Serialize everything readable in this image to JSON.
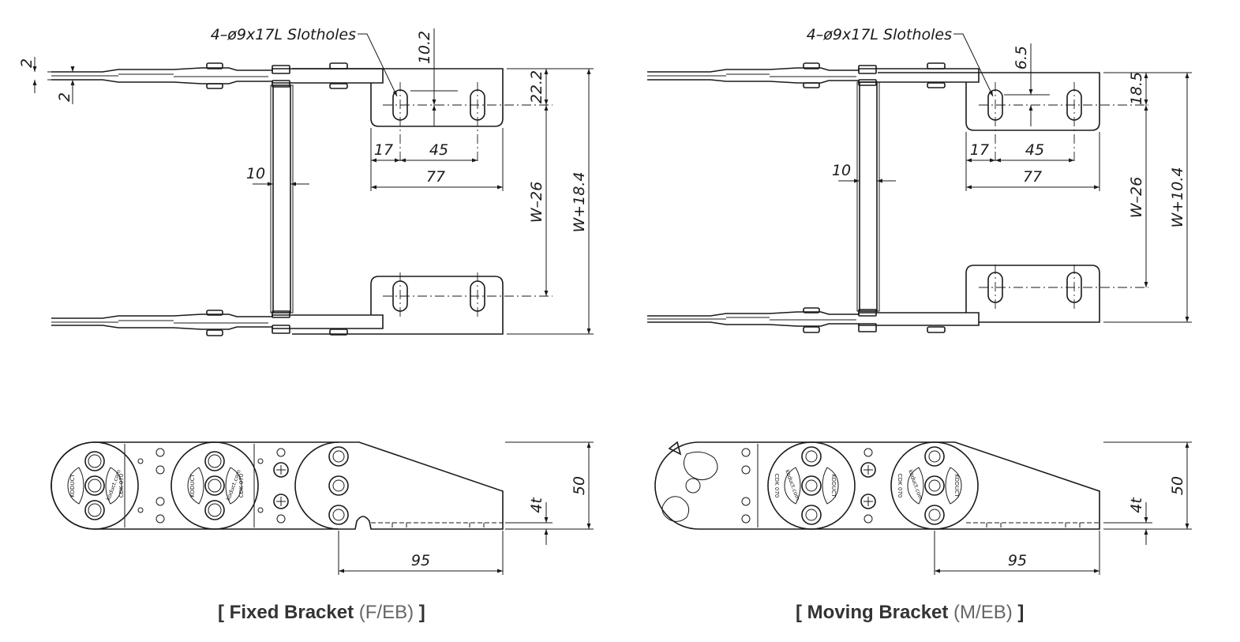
{
  "views": {
    "fixed": {
      "slot_label": "4–ø9x17L Slotholes",
      "dims": {
        "top_thk": "2",
        "bottom_thk": "2",
        "slot_offset": "10.2",
        "bracket_edge": "22.2",
        "edge": "17",
        "pitch": "45",
        "length": "77",
        "bar": "10",
        "span": "W–26",
        "overall": "W+18.4",
        "height": "50",
        "thickness": "4t",
        "base": "95"
      },
      "caption": {
        "open": "[ ",
        "title": "Fixed Bracket",
        "code": " (F/EB)",
        "close": " ]"
      }
    },
    "moving": {
      "slot_label": "4–ø9x17L Slotholes",
      "dims": {
        "slot_offset": "6.5",
        "bracket_edge": "18.5",
        "edge": "17",
        "pitch": "45",
        "length": "77",
        "bar": "10",
        "span": "W–26",
        "overall": "W+10.4",
        "height": "50",
        "thickness": "4t",
        "base": "95"
      },
      "caption": {
        "open": "[ ",
        "title": "Moving Bracket",
        "code": " (M/EB)",
        "close": " ]"
      }
    }
  },
  "link_marking": [
    "KODUCT",
    "koduct.com",
    "CDK 070"
  ]
}
